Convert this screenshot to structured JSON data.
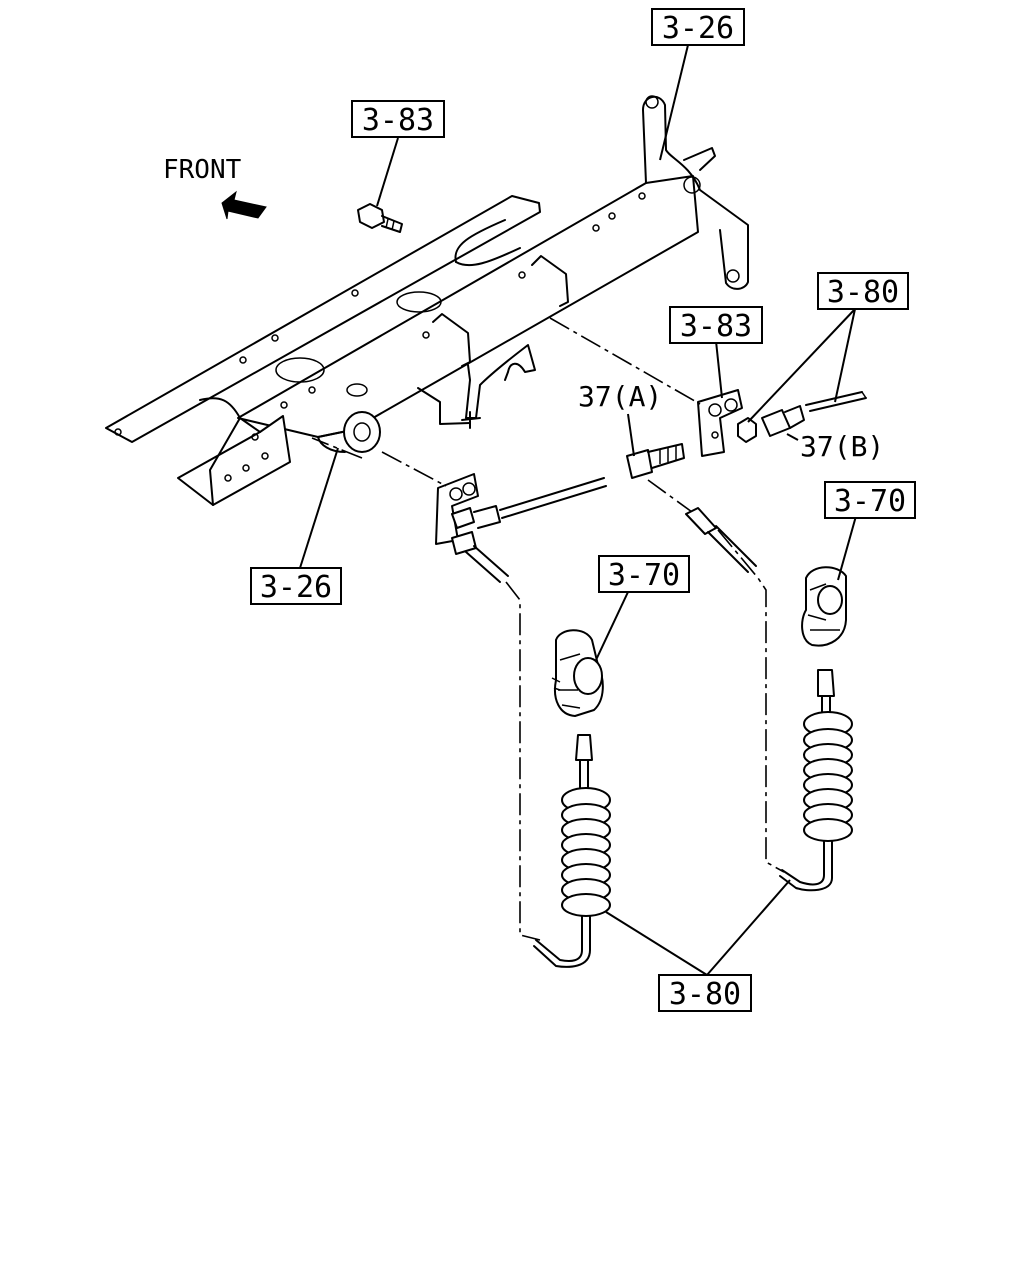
{
  "direction": {
    "label": "FRONT",
    "arrow_icon": "arrow-front-icon"
  },
  "callouts": {
    "ref_3_26_top": "3-26",
    "ref_3_83_top": "3-83",
    "ref_3_80_top": "3-80",
    "ref_3_83_mid": "3-83",
    "ref_3_26_left": "3-26",
    "ref_3_70_right": "3-70",
    "ref_3_70_mid": "3-70",
    "ref_3_80_bottom": "3-80"
  },
  "part_labels": {
    "part_37a": "37(A)",
    "part_37b": "37(B)"
  },
  "colors": {
    "line": "#000000",
    "background": "#ffffff"
  }
}
